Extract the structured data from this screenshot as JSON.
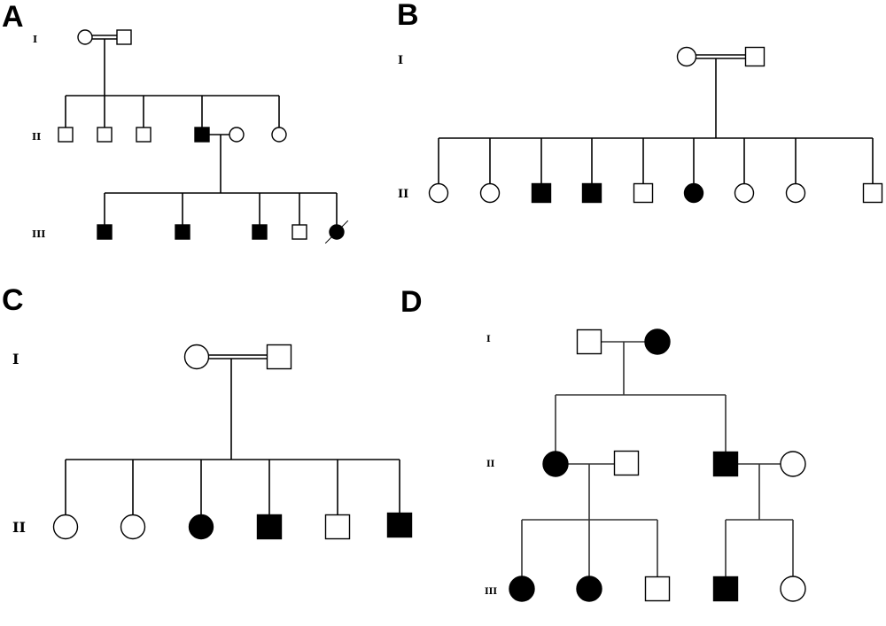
{
  "figure": {
    "panels": [
      {
        "id": "A",
        "label": "A",
        "generations": [
          "I",
          "II",
          "III"
        ],
        "individuals": [
          {
            "id": "A-I-1",
            "gen": "I",
            "sex": "female",
            "affected": false,
            "deceased": false
          },
          {
            "id": "A-I-2",
            "gen": "I",
            "sex": "male",
            "affected": false,
            "deceased": false
          },
          {
            "id": "A-II-1",
            "gen": "II",
            "sex": "male",
            "affected": false,
            "deceased": false
          },
          {
            "id": "A-II-2",
            "gen": "II",
            "sex": "male",
            "affected": false,
            "deceased": false
          },
          {
            "id": "A-II-3",
            "gen": "II",
            "sex": "male",
            "affected": false,
            "deceased": false
          },
          {
            "id": "A-II-4",
            "gen": "II",
            "sex": "male",
            "affected": true,
            "deceased": false
          },
          {
            "id": "A-II-5",
            "gen": "II",
            "sex": "female",
            "affected": false,
            "deceased": false,
            "married_in": true
          },
          {
            "id": "A-II-6",
            "gen": "II",
            "sex": "female",
            "affected": false,
            "deceased": false
          },
          {
            "id": "A-III-1",
            "gen": "III",
            "sex": "male",
            "affected": true,
            "deceased": false
          },
          {
            "id": "A-III-2",
            "gen": "III",
            "sex": "male",
            "affected": true,
            "deceased": false
          },
          {
            "id": "A-III-3",
            "gen": "III",
            "sex": "male",
            "affected": true,
            "deceased": false
          },
          {
            "id": "A-III-4",
            "gen": "III",
            "sex": "male",
            "affected": false,
            "deceased": false
          },
          {
            "id": "A-III-5",
            "gen": "III",
            "sex": "female",
            "affected": true,
            "deceased": true
          }
        ],
        "unions": [
          {
            "partners": [
              "A-I-1",
              "A-I-2"
            ],
            "consanguineous": true,
            "children": [
              "A-II-1",
              "A-II-2",
              "A-II-3",
              "A-II-4",
              "A-II-6"
            ]
          },
          {
            "partners": [
              "A-II-4",
              "A-II-5"
            ],
            "consanguineous": false,
            "children": [
              "A-III-1",
              "A-III-2",
              "A-III-3",
              "A-III-4",
              "A-III-5"
            ]
          }
        ]
      },
      {
        "id": "B",
        "label": "B",
        "generations": [
          "I",
          "II"
        ],
        "individuals": [
          {
            "id": "B-I-1",
            "gen": "I",
            "sex": "female",
            "affected": false
          },
          {
            "id": "B-I-2",
            "gen": "I",
            "sex": "male",
            "affected": false
          },
          {
            "id": "B-II-1",
            "gen": "II",
            "sex": "female",
            "affected": false
          },
          {
            "id": "B-II-2",
            "gen": "II",
            "sex": "female",
            "affected": false
          },
          {
            "id": "B-II-3",
            "gen": "II",
            "sex": "male",
            "affected": true
          },
          {
            "id": "B-II-4",
            "gen": "II",
            "sex": "male",
            "affected": true
          },
          {
            "id": "B-II-5",
            "gen": "II",
            "sex": "male",
            "affected": false
          },
          {
            "id": "B-II-6",
            "gen": "II",
            "sex": "female",
            "affected": true
          },
          {
            "id": "B-II-7",
            "gen": "II",
            "sex": "female",
            "affected": false
          },
          {
            "id": "B-II-8",
            "gen": "II",
            "sex": "female",
            "affected": false
          },
          {
            "id": "B-II-9",
            "gen": "II",
            "sex": "male",
            "affected": false
          }
        ],
        "unions": [
          {
            "partners": [
              "B-I-1",
              "B-I-2"
            ],
            "consanguineous": true,
            "children": [
              "B-II-1",
              "B-II-2",
              "B-II-3",
              "B-II-4",
              "B-II-5",
              "B-II-6",
              "B-II-7",
              "B-II-8",
              "B-II-9"
            ]
          }
        ]
      },
      {
        "id": "C",
        "label": "C",
        "generations": [
          "I",
          "II"
        ],
        "individuals": [
          {
            "id": "C-I-1",
            "gen": "I",
            "sex": "female",
            "affected": false
          },
          {
            "id": "C-I-2",
            "gen": "I",
            "sex": "male",
            "affected": false
          },
          {
            "id": "C-II-1",
            "gen": "II",
            "sex": "female",
            "affected": false
          },
          {
            "id": "C-II-2",
            "gen": "II",
            "sex": "female",
            "affected": false
          },
          {
            "id": "C-II-3",
            "gen": "II",
            "sex": "female",
            "affected": true
          },
          {
            "id": "C-II-4",
            "gen": "II",
            "sex": "male",
            "affected": true
          },
          {
            "id": "C-II-5",
            "gen": "II",
            "sex": "male",
            "affected": false
          },
          {
            "id": "C-II-6",
            "gen": "II",
            "sex": "male",
            "affected": true
          }
        ],
        "unions": [
          {
            "partners": [
              "C-I-1",
              "C-I-2"
            ],
            "consanguineous": true,
            "children": [
              "C-II-1",
              "C-II-2",
              "C-II-3",
              "C-II-4",
              "C-II-5",
              "C-II-6"
            ]
          }
        ]
      },
      {
        "id": "D",
        "label": "D",
        "generations": [
          "I",
          "II",
          "III"
        ],
        "individuals": [
          {
            "id": "D-I-1",
            "gen": "I",
            "sex": "male",
            "affected": false
          },
          {
            "id": "D-I-2",
            "gen": "I",
            "sex": "female",
            "affected": true
          },
          {
            "id": "D-II-1",
            "gen": "II",
            "sex": "female",
            "affected": true
          },
          {
            "id": "D-II-2",
            "gen": "II",
            "sex": "male",
            "affected": false,
            "married_in": true
          },
          {
            "id": "D-II-3",
            "gen": "II",
            "sex": "male",
            "affected": true
          },
          {
            "id": "D-II-4",
            "gen": "II",
            "sex": "female",
            "affected": false,
            "married_in": true
          },
          {
            "id": "D-III-1",
            "gen": "III",
            "sex": "female",
            "affected": true
          },
          {
            "id": "D-III-2",
            "gen": "III",
            "sex": "female",
            "affected": true
          },
          {
            "id": "D-III-3",
            "gen": "III",
            "sex": "male",
            "affected": false
          },
          {
            "id": "D-III-4",
            "gen": "III",
            "sex": "male",
            "affected": true
          },
          {
            "id": "D-III-5",
            "gen": "III",
            "sex": "female",
            "affected": false
          }
        ],
        "unions": [
          {
            "partners": [
              "D-I-1",
              "D-I-2"
            ],
            "consanguineous": false,
            "children": [
              "D-II-1",
              "D-II-3"
            ]
          },
          {
            "partners": [
              "D-II-1",
              "D-II-2"
            ],
            "consanguineous": false,
            "children": [
              "D-III-1",
              "D-III-2",
              "D-III-3"
            ]
          },
          {
            "partners": [
              "D-II-3",
              "D-II-4"
            ],
            "consanguineous": false,
            "children": [
              "D-III-4",
              "D-III-5"
            ]
          }
        ]
      }
    ],
    "colors": {
      "line": "#000000",
      "affected_fill": "#000000",
      "unaffected_fill": "#ffffff",
      "background": "#ffffff"
    }
  }
}
